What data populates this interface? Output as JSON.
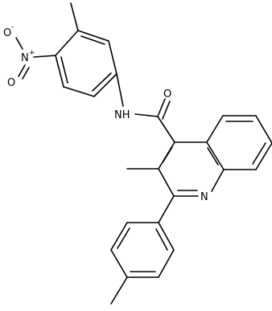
{
  "structure": {
    "atoms": {
      "nitro_o_minus": {
        "text": "O",
        "charge": "-"
      },
      "nitro_n": {
        "text": "N",
        "charge": "+"
      },
      "nitro_o": {
        "text": "O",
        "charge": ""
      },
      "amide_n": {
        "text": "NH",
        "charge": ""
      },
      "amide_o": {
        "text": "O",
        "charge": ""
      },
      "quinoline_n": {
        "text": "N",
        "charge": ""
      }
    }
  }
}
